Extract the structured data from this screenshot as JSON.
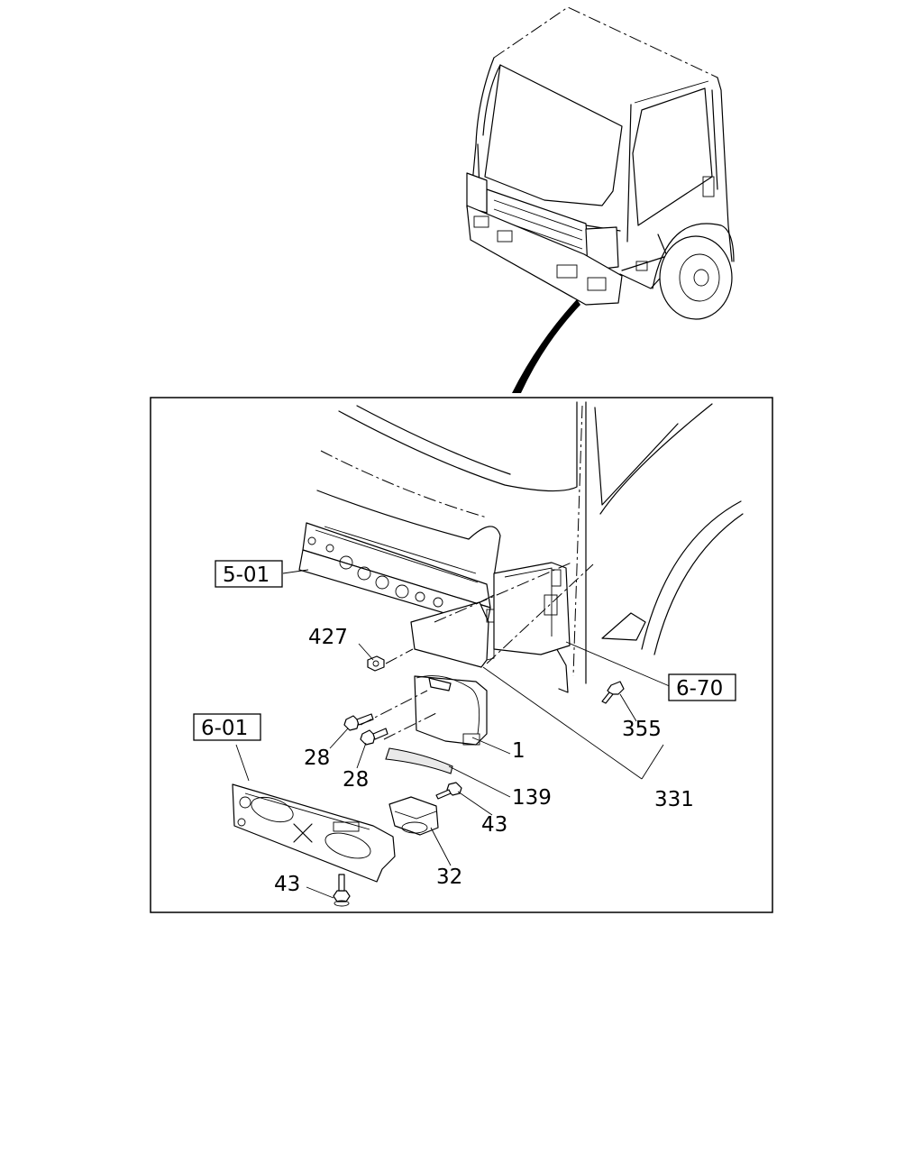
{
  "labels": {
    "p427": "427",
    "p28a": "28",
    "p28b": "28",
    "p1": "1",
    "p139": "139",
    "p43a": "43",
    "p43b": "43",
    "p32": "32",
    "p355": "355",
    "p331": "331"
  },
  "refs": {
    "r501": "5-01",
    "r601": "6-01",
    "r670": "6-70"
  }
}
